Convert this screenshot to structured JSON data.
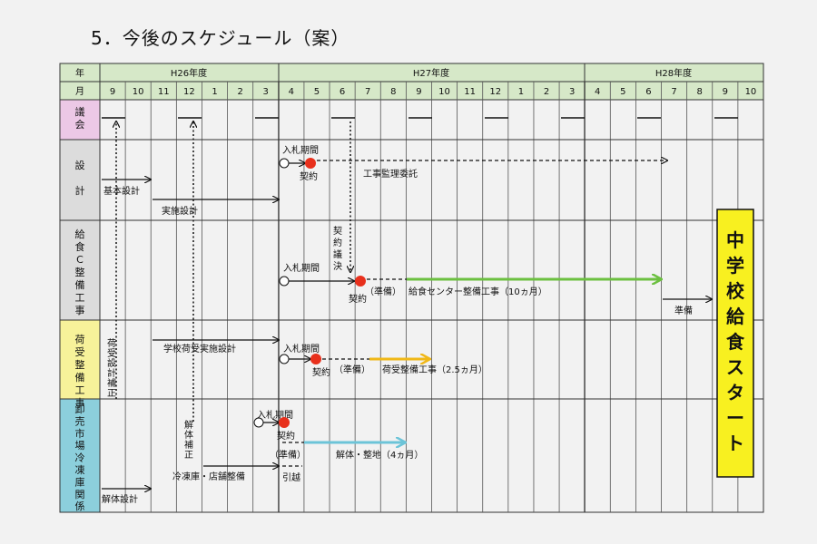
{
  "title": "5．今後のスケジュール（案）",
  "colors": {
    "header_bg": "#d6e8c8",
    "giin_bg": "#ecc8e6",
    "sekkei_bg": "#dcdcdc",
    "kyushoku_bg": "#dcdcdc",
    "niuke_bg": "#f7f29a",
    "oroshi_bg": "#8ccfdc",
    "milestone": "#e8301c",
    "green_arrow": "#6cc040",
    "orange_arrow": "#f0b818",
    "blue_arrow": "#6cc4d8",
    "start_box": "#f8f020"
  },
  "header": {
    "year_label": "年",
    "month_label": "月",
    "years": [
      "H26年度",
      "H27年度",
      "H28年度"
    ],
    "months": [
      "9",
      "10",
      "11",
      "12",
      "1",
      "2",
      "3",
      "4",
      "5",
      "6",
      "7",
      "8",
      "9",
      "10",
      "11",
      "12",
      "1",
      "2",
      "3",
      "4",
      "5",
      "6",
      "7",
      "8",
      "9",
      "10"
    ]
  },
  "categories": {
    "giin": "議会",
    "sekkei": "設計",
    "kyushoku": "給食C整備工事",
    "niuke": "荷受整備工事",
    "oroshi": "卸売市場冷凍庫関係"
  },
  "labels": {
    "nyusatsu": "入札期間",
    "keiyaku": "契約",
    "koji_kanri": "工事監理委託",
    "kihon_sekkei": "基本設計",
    "jisshi_sekkei": "実施設計",
    "keiyaku_giketsu": "契約議決",
    "junbi_paren": "（準備）",
    "kyushoku_koji": "給食センター整備工事（10ヵ月）",
    "junbi": "準備",
    "niuke_sekkei": "学校荷受実施設計",
    "niuke_hosei": "荷受設計補正",
    "niuke_koji": "荷受整備工事（2.5ヵ月）",
    "kaitai_hosei": "解体補正",
    "reitoko": "冷凍庫・店舗整備",
    "kaitai_seichi": "解体・整地（4ヵ月）",
    "hikkoshi": "引越",
    "kaitai_sekkei": "解体設計",
    "start": "中学校給食スタート"
  }
}
